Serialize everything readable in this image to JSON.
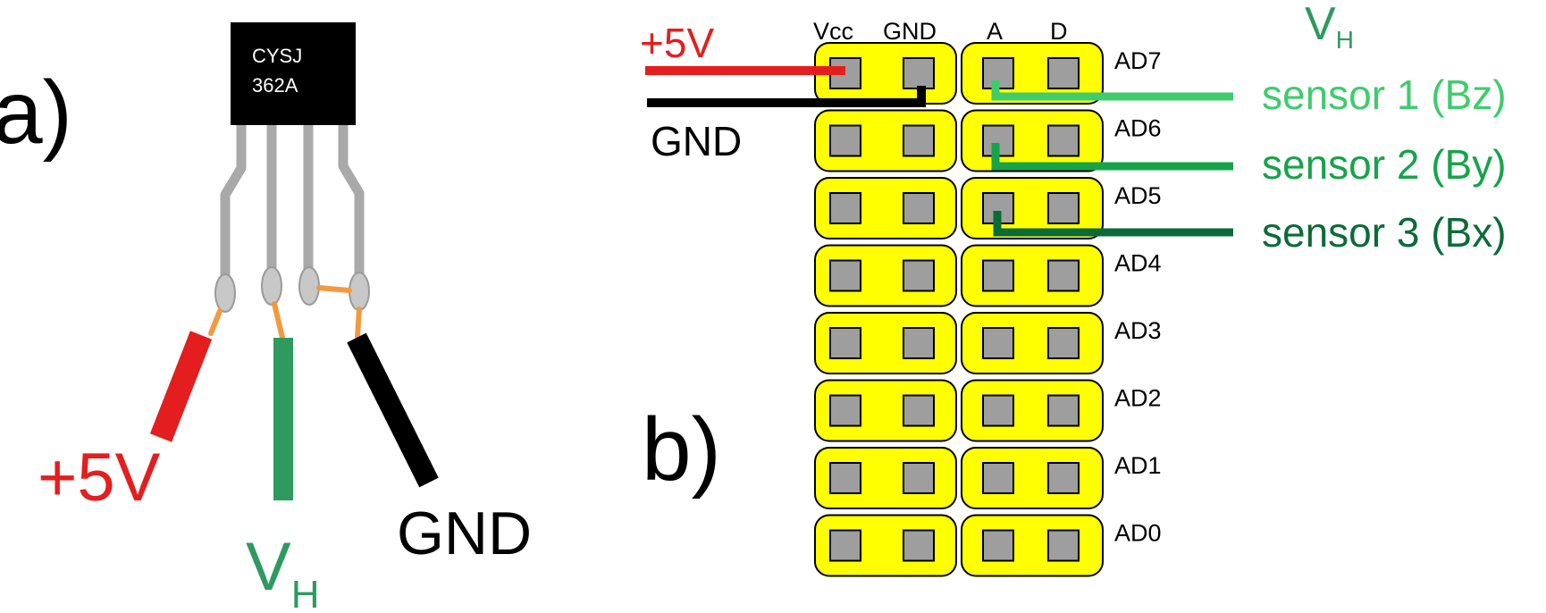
{
  "colors": {
    "red": "#e41e1e",
    "green": "#2f9a5f",
    "black": "#000000",
    "pin_gray": "#9e9e9e",
    "lead_gray": "#a9a9a9",
    "orange": "#f39a3c",
    "header_yellow": "#ffff00",
    "sensor1": "#3ecc6d",
    "sensor2": "#17a34a",
    "sensor3": "#0b6b38"
  },
  "panel_a": {
    "title": "a)",
    "chip_line1": "CYSJ",
    "chip_line2": "362A",
    "wire_plus": "+5V",
    "wire_vh_main": "V",
    "wire_vh_sub": "H",
    "wire_gnd": "GND"
  },
  "panel_b": {
    "title": "b)",
    "col_vcc": "Vcc",
    "col_gnd": "GND",
    "col_a": "A",
    "col_d": "D",
    "supply_plus": "+5V",
    "supply_gnd": "GND",
    "vh_main": "V",
    "vh_sub": "H",
    "rows": [
      "AD7",
      "AD6",
      "AD5",
      "AD4",
      "AD3",
      "AD2",
      "AD1",
      "AD0"
    ],
    "sensors": [
      {
        "label": "sensor 1 (Bz)",
        "color": "#3ecc6d"
      },
      {
        "label": "sensor 2 (By)",
        "color": "#17a34a"
      },
      {
        "label": "sensor 3 (Bx)",
        "color": "#0b6b38"
      }
    ]
  }
}
